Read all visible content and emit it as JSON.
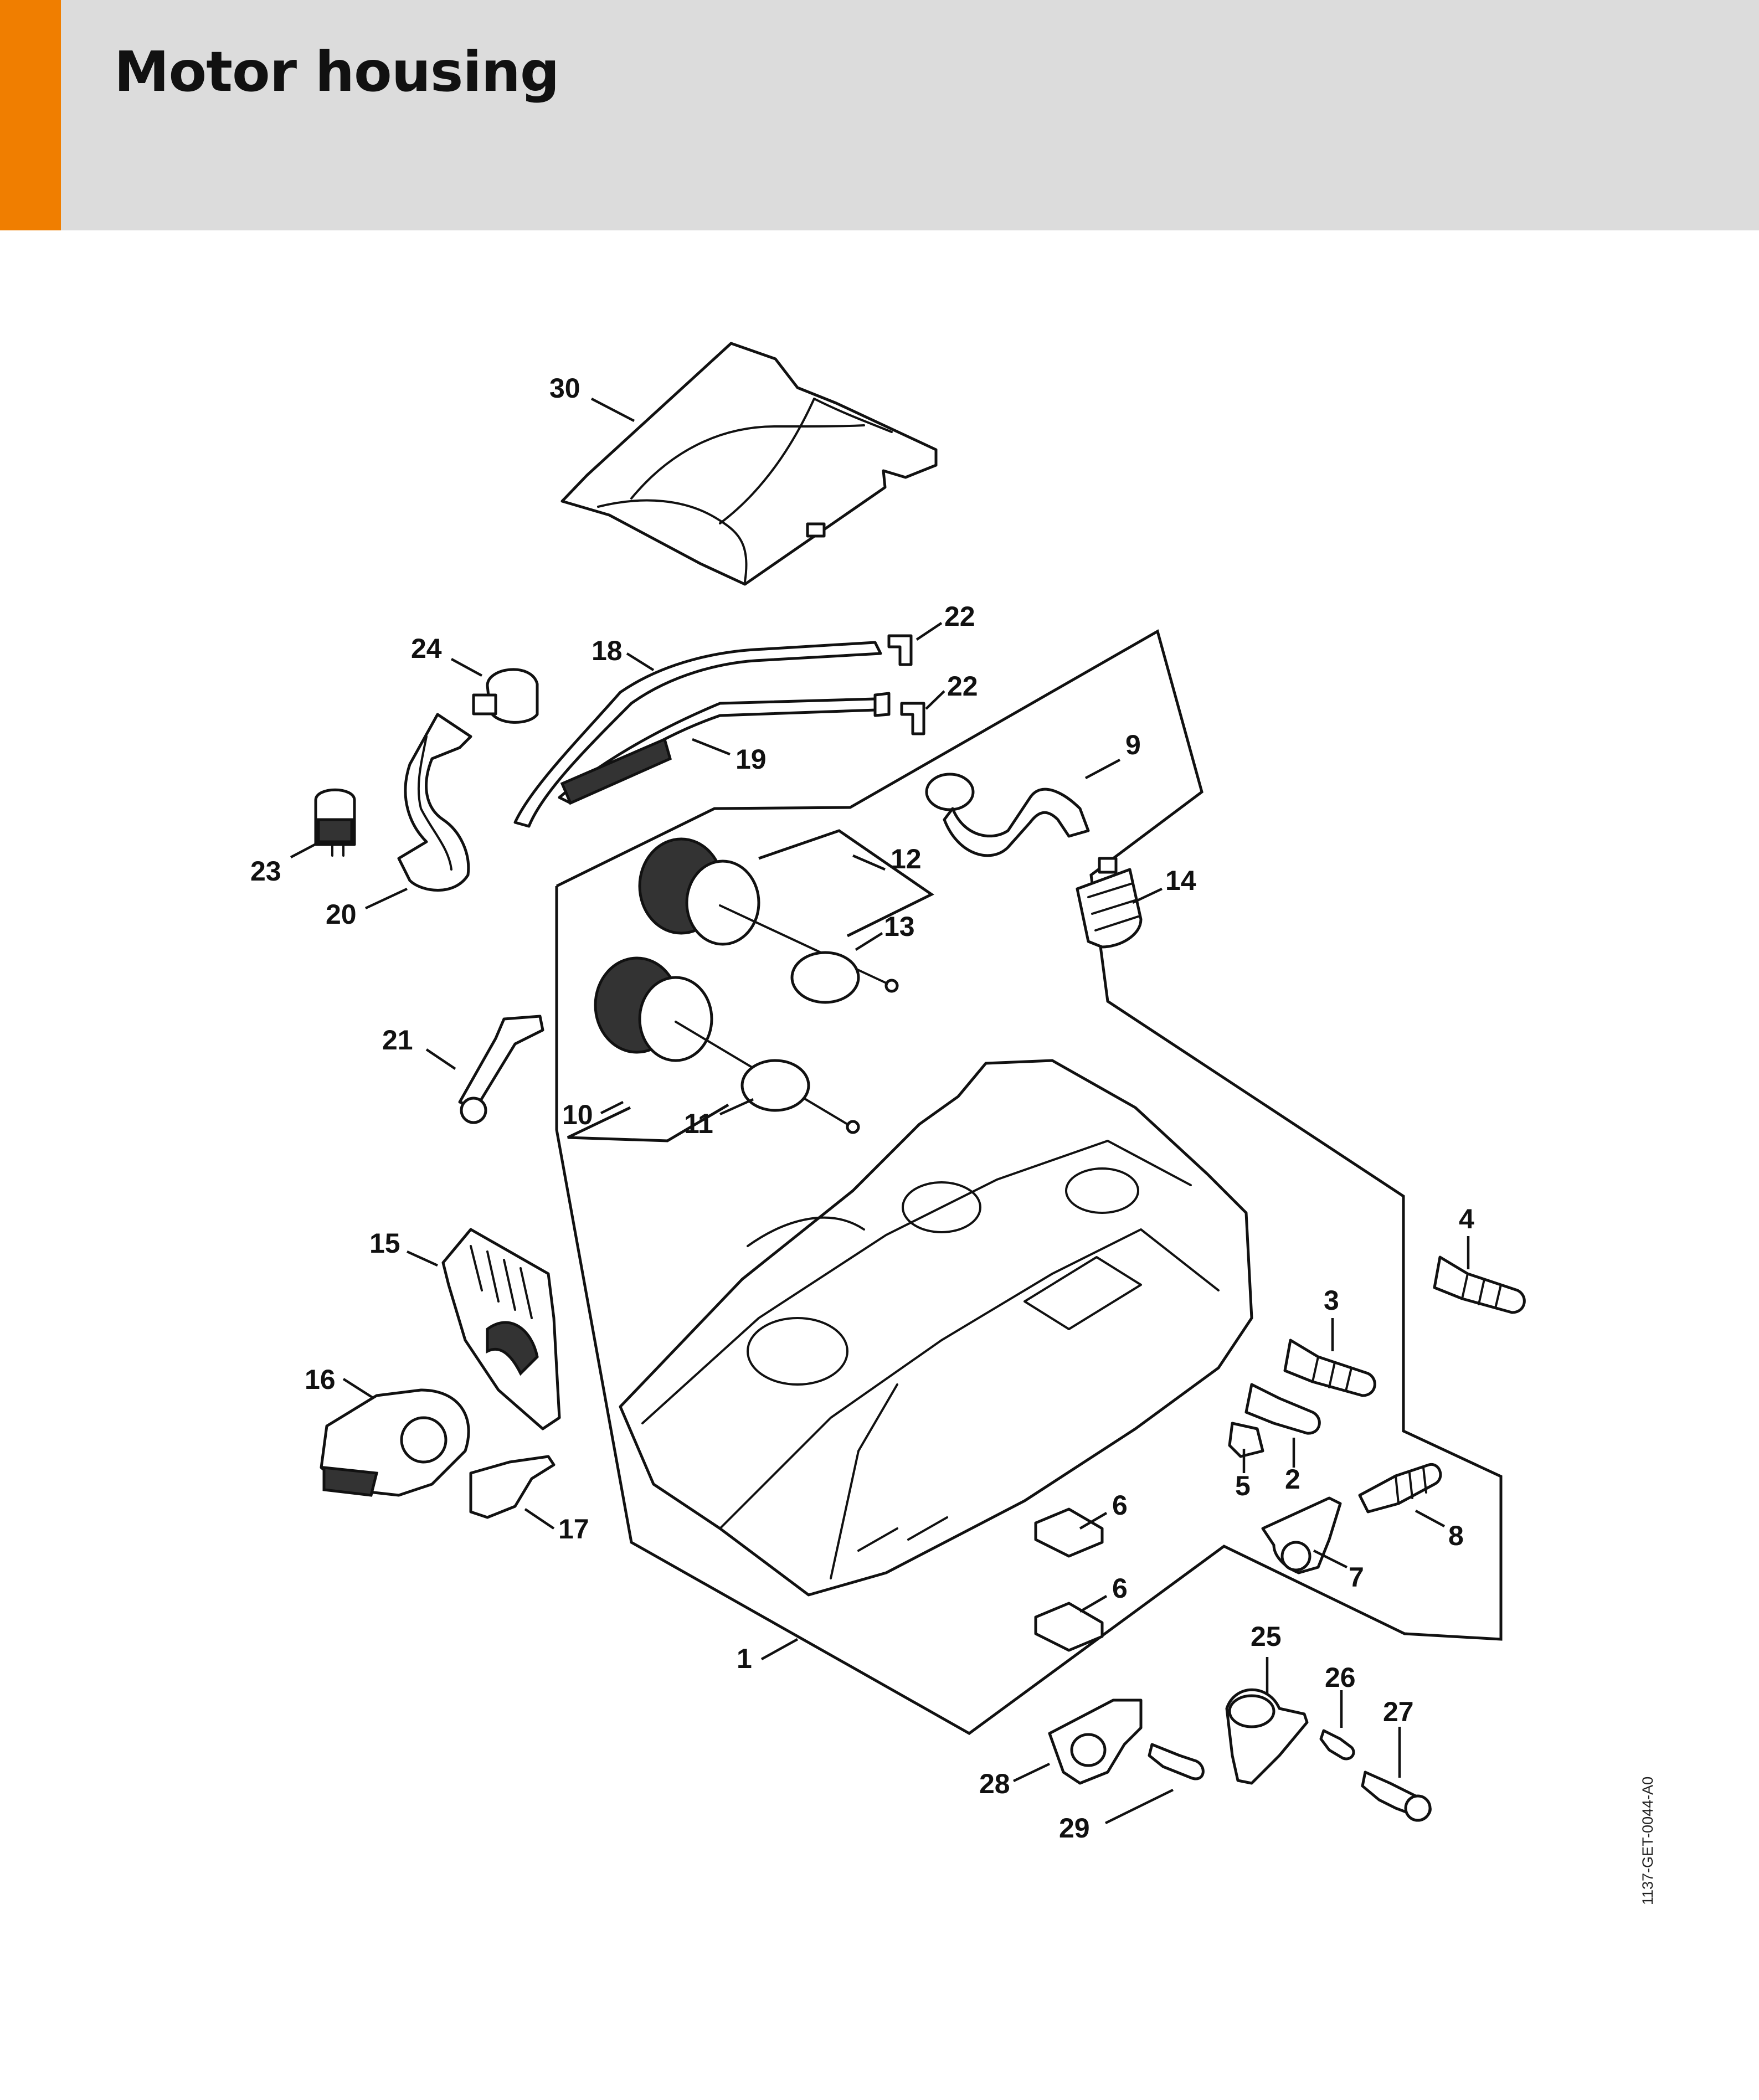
{
  "page": {
    "title": "Motor housing",
    "code": "1137-GET-0044-A0"
  },
  "colors": {
    "accent": "#f07e00",
    "header_bg": "#dcdcdc",
    "line": "#111111"
  },
  "callouts": [
    "1",
    "2",
    "3",
    "4",
    "5",
    "6",
    "6",
    "7",
    "8",
    "9",
    "10",
    "11",
    "12",
    "13",
    "14",
    "15",
    "16",
    "17",
    "18",
    "19",
    "20",
    "21",
    "22",
    "22",
    "23",
    "24",
    "25",
    "26",
    "27",
    "28",
    "29",
    "30"
  ]
}
